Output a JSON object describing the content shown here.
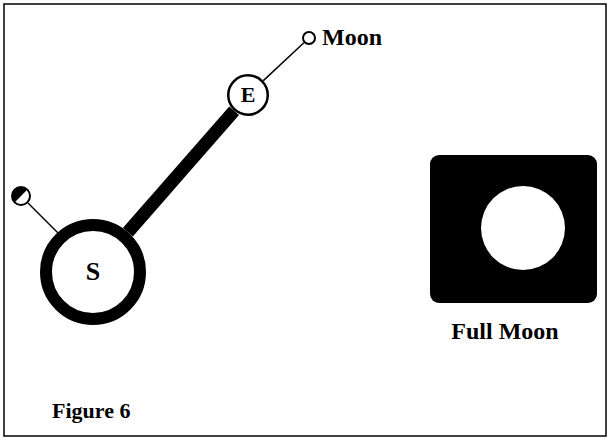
{
  "diagram": {
    "caption": "Figure 6",
    "nodes": [
      {
        "text": [
          "S"
        ]
      },
      {
        "text": [
          "E"
        ]
      },
      {
        "text": [
          "Moon"
        ]
      }
    ],
    "edges": [
      {
        "from": 0,
        "to": 1,
        "arrow": "none"
      },
      {
        "from": 1,
        "to": 2,
        "arrow": "none"
      }
    ],
    "labels": [
      "Full Moon"
    ]
  }
}
